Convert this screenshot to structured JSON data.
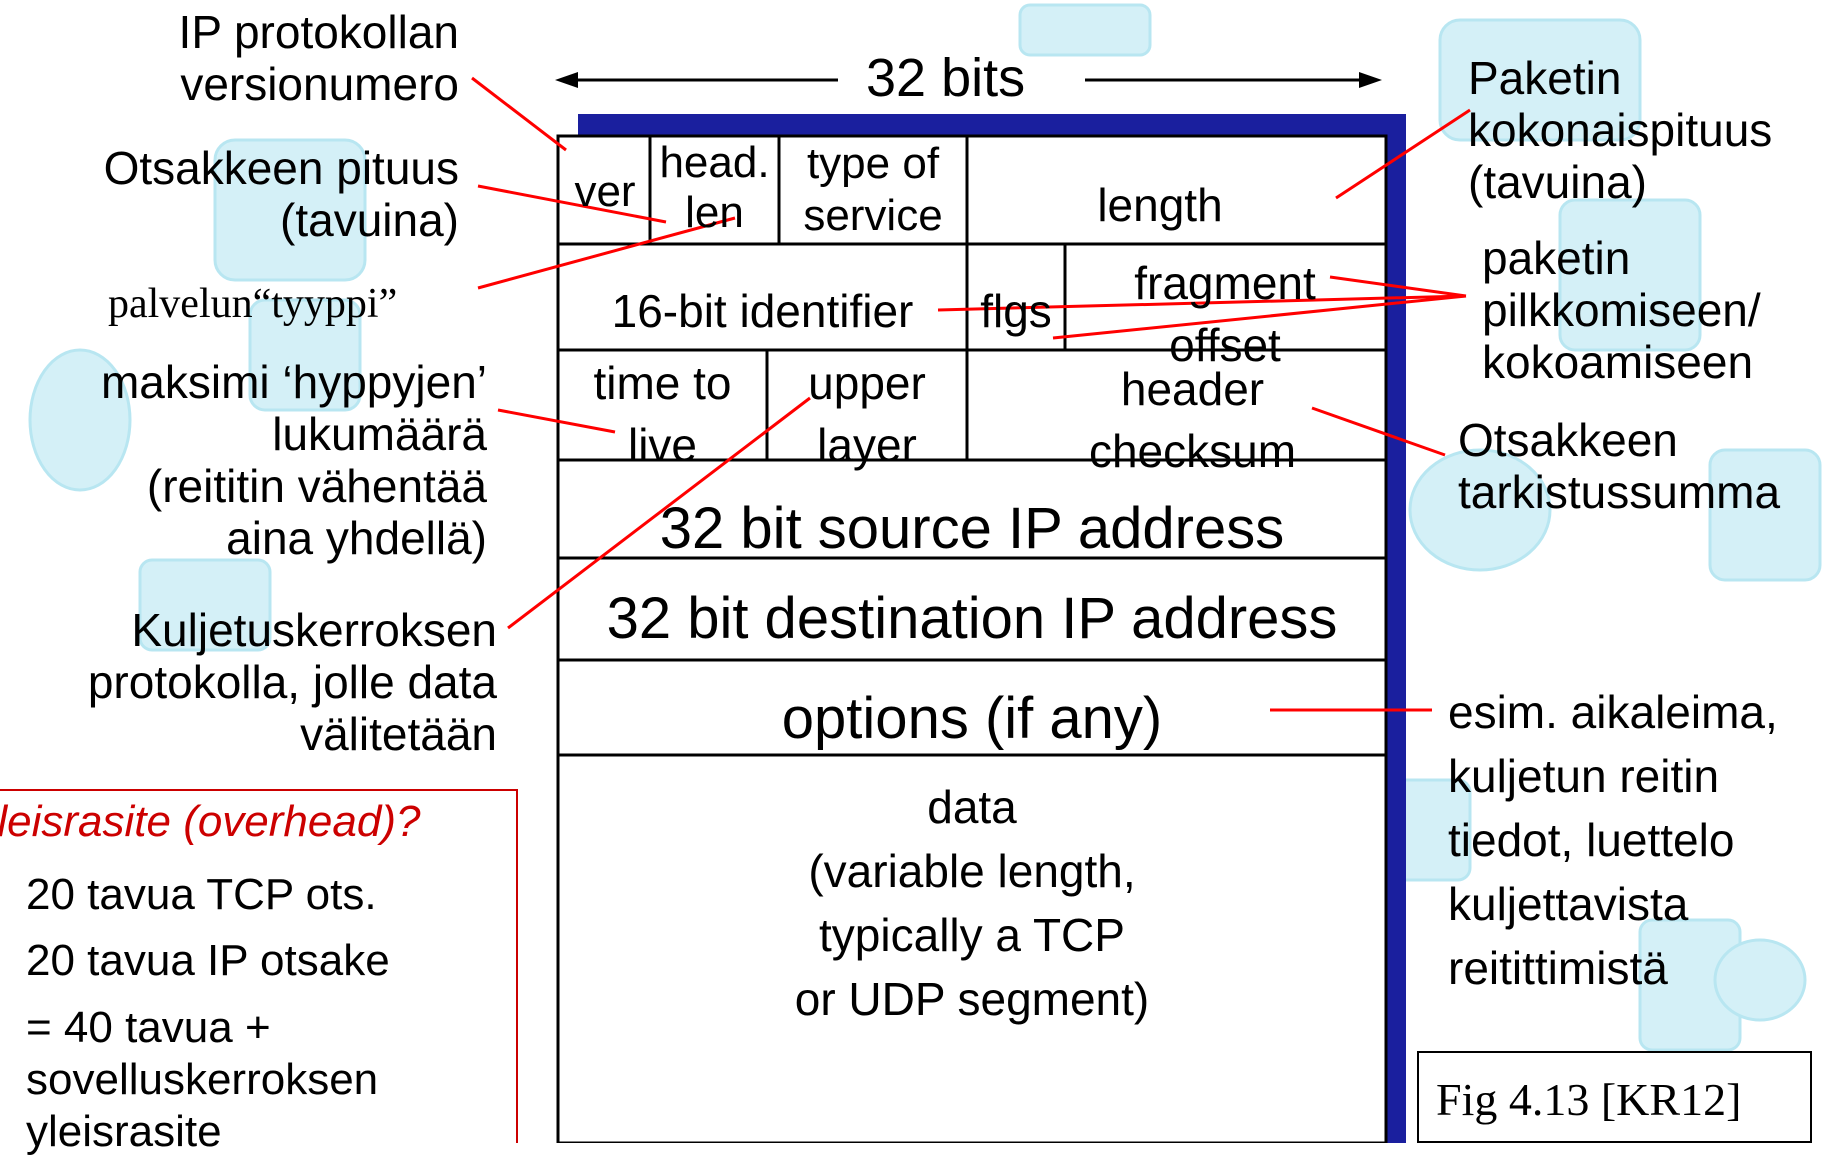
{
  "top": {
    "bits_label": "32 bits"
  },
  "header_fields": {
    "ver": "ver",
    "head_len": [
      "head.",
      "len"
    ],
    "type_of_service": [
      "type of",
      "service"
    ],
    "length": "length",
    "identifier": "16-bit identifier",
    "flags": "flgs",
    "fragment_offset": [
      "fragment",
      "offset"
    ],
    "ttl": [
      "time to",
      "live"
    ],
    "upper_layer": [
      "upper",
      "layer"
    ],
    "header_checksum": [
      "header",
      "checksum"
    ],
    "source_ip": "32 bit source IP address",
    "destination_ip": "32 bit destination IP address",
    "options": "options (if any)",
    "data": [
      "data",
      "(variable length,",
      "typically a TCP",
      "or UDP segment)"
    ]
  },
  "annotations_left": {
    "version": [
      "IP protokollan",
      "versionumero"
    ],
    "header_length": [
      "Otsakkeen pituus",
      "(tavuina)"
    ],
    "service_type": "palvelun“tyyppi”",
    "ttl": [
      "maksimi ‘hyppyjen’",
      "lukumäärä",
      "(reititin vähentää",
      "aina yhdellä)"
    ],
    "protocol": [
      "Kuljetuskerroksen",
      "protokolla, jolle data",
      "välitetään"
    ]
  },
  "annotations_right": {
    "total_length": [
      "Paketin",
      "kokonaispituus",
      "(tavuina)"
    ],
    "fragmentation": [
      "paketin",
      "pilkkomiseen/",
      "kokoamiseen"
    ],
    "checksum": [
      "Otsakkeen",
      "tarkistussumma"
    ],
    "options": [
      "esim. aikaleima,",
      "kuljetun reitin",
      "tiedot, luettelo",
      "kuljettavista",
      "reitittimistä"
    ]
  },
  "overhead_box": {
    "title": "Yleisrasite (overhead)?",
    "lines": [
      "20 tavua TCP ots.",
      "20 tavua IP otsake",
      "= 40 tavua +",
      "sovelluskerroksen",
      "yleisrasite"
    ]
  },
  "figure_ref": "Fig 4.13 [KR12]",
  "colors": {
    "annotation_line": "#ff0000",
    "shadow": "#1a1f9e",
    "overhead_text": "#cc0000",
    "watermark": "#cfeef5"
  }
}
